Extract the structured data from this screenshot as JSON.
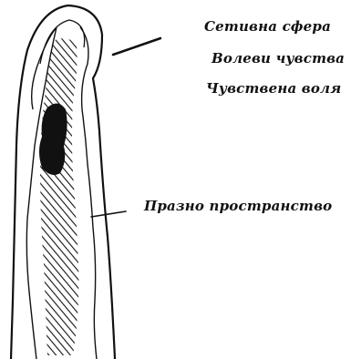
{
  "labels": {
    "upper_1": "Сетивна сфера",
    "upper_2": "Волеви чувства",
    "upper_3": "Чувствена воля",
    "middle": "Празно пространство"
  },
  "colors": {
    "ink": "#111111",
    "background": "#ffffff"
  }
}
